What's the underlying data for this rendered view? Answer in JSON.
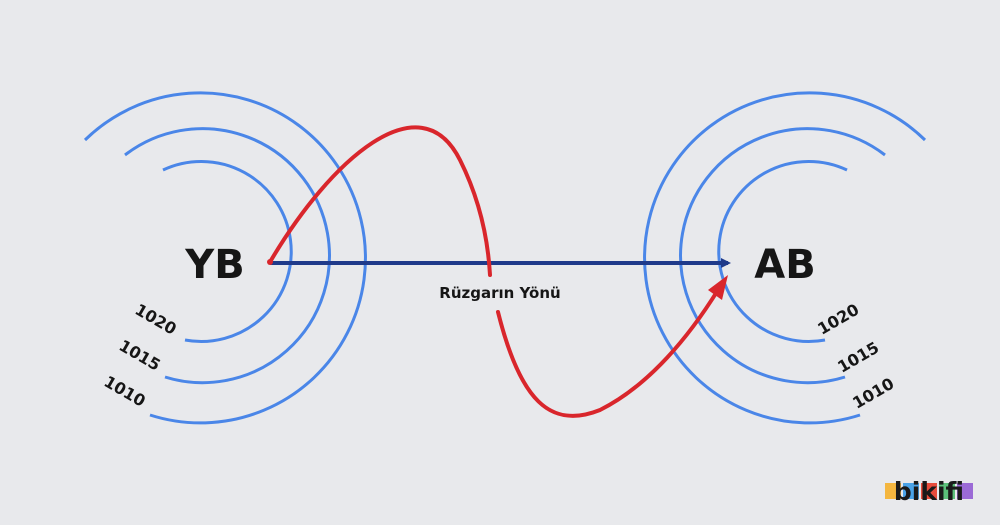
{
  "diagram": {
    "high_pressure": {
      "label": "YB",
      "isobars": [
        "1020",
        "1015",
        "1010"
      ]
    },
    "low_pressure": {
      "label": "AB",
      "isobars": [
        "1020",
        "1015",
        "1010"
      ]
    },
    "wind_direction_label": "Rüzgarın Yönü"
  },
  "brand": {
    "logo_text": "bikifi",
    "logo_colors": [
      "#f4b63f",
      "#4aa3e8",
      "#e74c3c",
      "#5bc07a",
      "#9b6ad6"
    ]
  },
  "colors": {
    "background": "#e8e9ec",
    "isobar": "#4a86e8",
    "arrow_blue": "#1f3a8a",
    "arrow_red": "#d9262c",
    "text": "#161616"
  }
}
